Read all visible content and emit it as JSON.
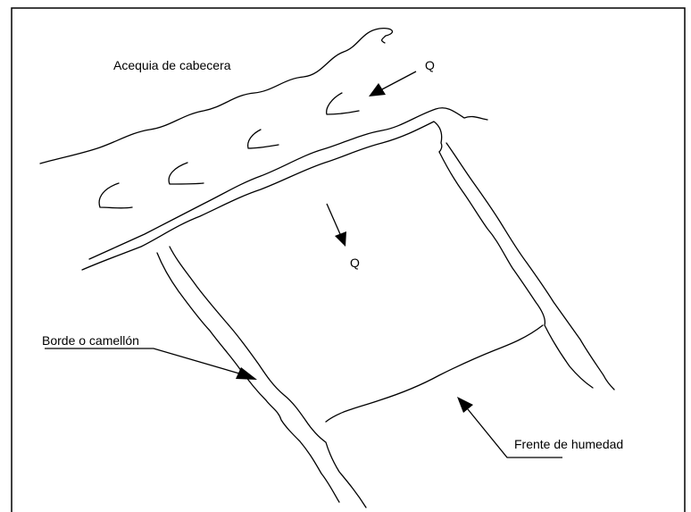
{
  "labels": {
    "head_ditch": "Acequia de cabecera",
    "flow_top": "Q",
    "flow_mid": "Q",
    "border": "Borde o camellón",
    "wetting_front": "Frente de humedad"
  },
  "colors": {
    "ink": "#000000",
    "background": "#ffffff"
  }
}
